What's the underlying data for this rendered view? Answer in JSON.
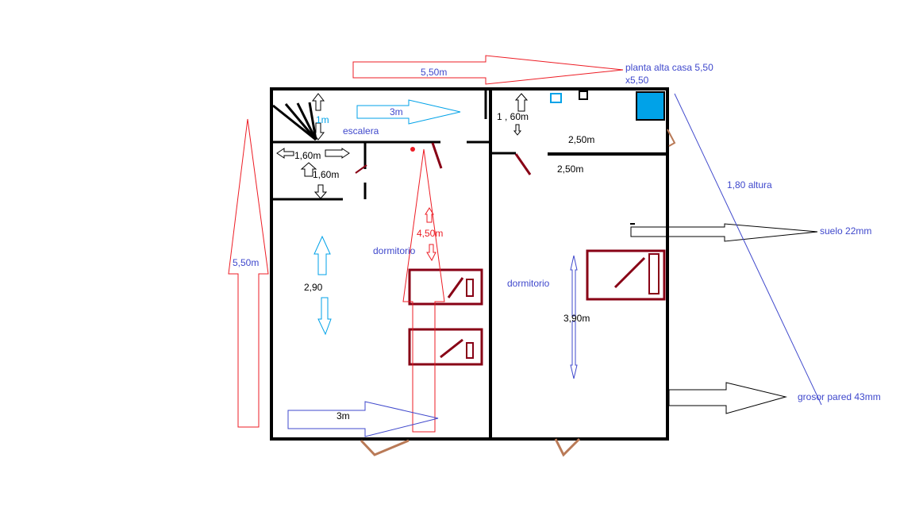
{
  "title_line1": "planta alta casa 5,50",
  "title_line2": "x5,50",
  "top_width": "5,50m",
  "left_height": "5,50m",
  "stair_width": "3m",
  "stair_height": "1m",
  "stair_label": "escalera",
  "landing_w": "1,60m",
  "landing_h": "1,60m",
  "bath_depth": "1 , 60m",
  "bath_width": "2,50m",
  "room_right_width": "2,50m",
  "room_left_label": "dormitorio",
  "room_left_depth": "4,50m",
  "room_left_width": "2,90",
  "room_left_bottom_width": "3m",
  "room_right_label": "dormitorio",
  "room_right_height": "3,90m",
  "ceiling_height": "1,80 altura",
  "floor_thickness": "suelo 22mm",
  "wall_thickness": "grosor pared 43mm",
  "colors": {
    "wall": "#000000",
    "dimension_red": "#ed1c24",
    "dimension_blue": "#3f48cc",
    "dimension_cyan": "#00a2e8",
    "furniture": "#880015",
    "door": "#b97a57",
    "fixture": "#00a2e8"
  }
}
